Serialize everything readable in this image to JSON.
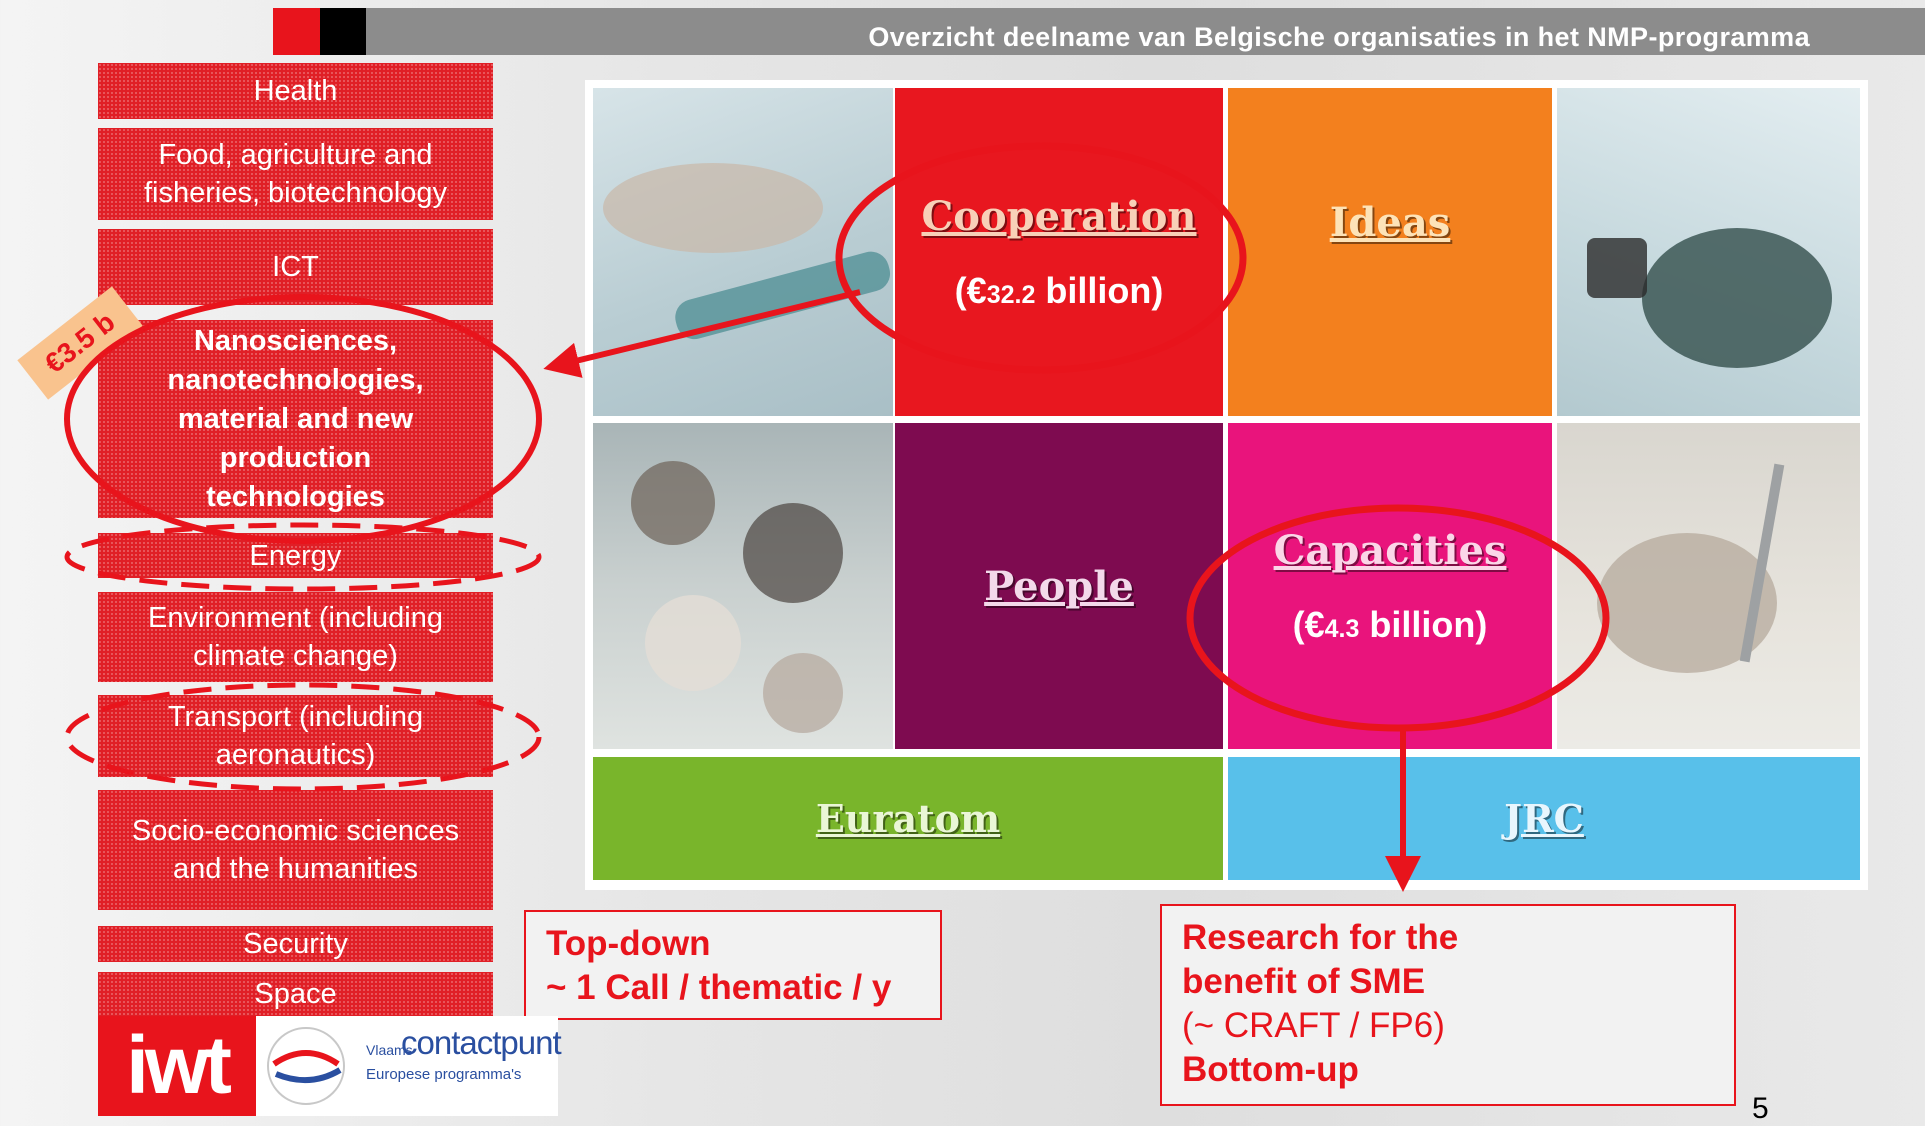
{
  "header": {
    "title": "Overzicht deelname van Belgische organisaties in het NMP-programma"
  },
  "themes": {
    "health": "Health",
    "food": "Food, agriculture and fisheries,  biotechnology",
    "ict": "ICT",
    "nano": "Nanosciences, nanotechnologies, material and new production technologies",
    "energy": "Energy",
    "environment": "Environment (including climate change)",
    "transport": "Transport (including aeronautics)",
    "socio": "Socio-economic sciences and the humanities",
    "security": "Security",
    "space": "Space"
  },
  "budget_tag": "€3.5 b",
  "programmes": {
    "cooperation": {
      "label": "Cooperation",
      "amount_prefix": "(€",
      "amount_num": "32.2",
      "amount_suffix": " billion)"
    },
    "ideas": {
      "label": "Ideas"
    },
    "people": {
      "label": "People"
    },
    "capacities": {
      "label": "Capacities",
      "amount_prefix": "(€",
      "amount_num": "4.3",
      "amount_suffix": " billion)"
    },
    "euratom": {
      "label": "Euratom"
    },
    "jrc": {
      "label": "JRC"
    }
  },
  "topdown_box": {
    "line1": "Top-down",
    "line2": "~ 1 Call / thematic / y"
  },
  "sme_box": {
    "line1": "Research for the",
    "line2": "benefit of SME",
    "line3": "(~ CRAFT / FP6)",
    "line4": "Bottom-up"
  },
  "logos": {
    "iwt": "iwt",
    "vlaams": "Vlaams",
    "contactpunt": "contactpunt",
    "europese": "Europese programma's"
  },
  "page_number": "5",
  "colors": {
    "red": "#e8141c",
    "cooperation": "#e8171f",
    "ideas": "#f3801e",
    "people": "#7e0b50",
    "capacities": "#e9147c",
    "euratom": "#79b52b",
    "jrc": "#58c0ea",
    "header_gray": "#8c8c8c"
  }
}
